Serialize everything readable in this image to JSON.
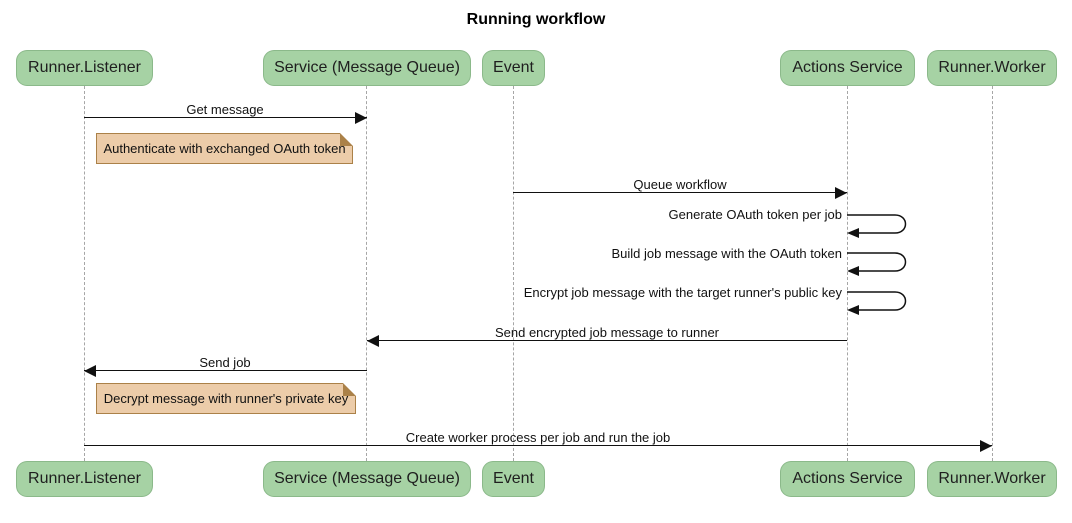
{
  "title": "Running workflow",
  "colors": {
    "background": "#ffffff",
    "participant_fill": "#a6d2a4",
    "participant_text": "#1f1f1f",
    "note_fill": "#eccca9",
    "note_border": "#ab8148",
    "lifeline": "#a6a6a6",
    "arrow": "#111111"
  },
  "participants": [
    {
      "label": "Runner.Listener"
    },
    {
      "label": "Service (Message Queue)"
    },
    {
      "label": "Event"
    },
    {
      "label": "Actions Service"
    },
    {
      "label": "Runner.Worker"
    }
  ],
  "messages": [
    {
      "label": "Get message",
      "from": "Runner.Listener",
      "to": "Service (Message Queue)"
    },
    {
      "label": "Queue workflow",
      "from": "Event",
      "to": "Actions Service"
    },
    {
      "label": "Generate OAuth token per job",
      "from": "Actions Service",
      "to": "Actions Service"
    },
    {
      "label": "Build job message with the OAuth token",
      "from": "Actions Service",
      "to": "Actions Service"
    },
    {
      "label": "Encrypt job message with the target runner's public key",
      "from": "Actions Service",
      "to": "Actions Service"
    },
    {
      "label": "Send encrypted job message to runner",
      "from": "Actions Service",
      "to": "Service (Message Queue)"
    },
    {
      "label": "Send job",
      "from": "Service (Message Queue)",
      "to": "Runner.Listener"
    },
    {
      "label": "Create worker process per job and run the job",
      "from": "Runner.Listener",
      "to": "Runner.Worker"
    }
  ],
  "notes": [
    {
      "label": "Authenticate with exchanged OAuth token",
      "right_of": "Runner.Listener"
    },
    {
      "label": "Decrypt message with runner's private key",
      "right_of": "Runner.Listener"
    }
  ]
}
